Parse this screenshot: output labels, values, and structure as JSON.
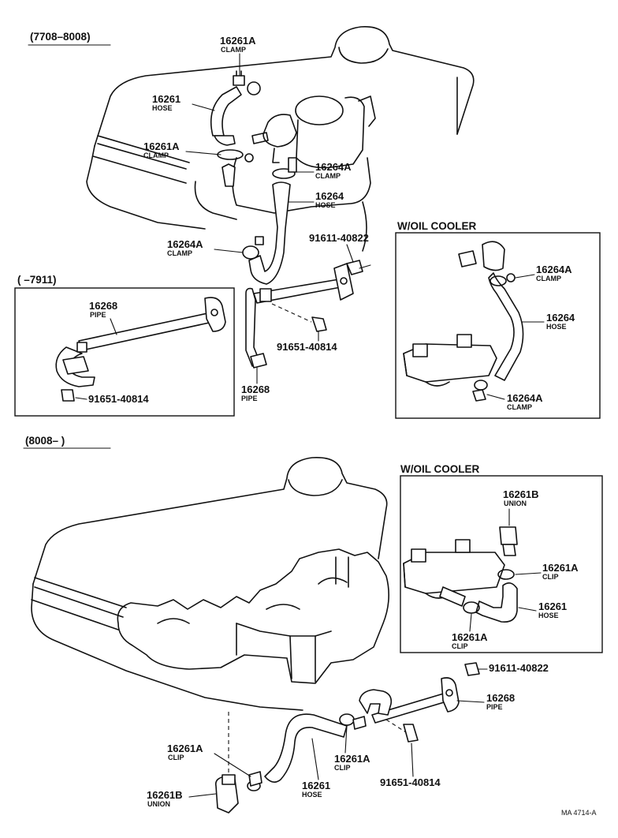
{
  "sections": {
    "upper": "(7708–8008)",
    "lower": "(8008–        )",
    "inset_left": "(        –7911)"
  },
  "insets": {
    "oil_cooler_top": "W/OIL COOLER",
    "oil_cooler_bottom": "W/OIL COOLER"
  },
  "parts": {
    "u_16261a_top": {
      "num": "16261A",
      "name": "CLAMP"
    },
    "u_16261": {
      "num": "16261",
      "name": "HOSE"
    },
    "u_16261a_mid": {
      "num": "16261A",
      "name": "CLAMP"
    },
    "u_16264a_right": {
      "num": "16264A",
      "name": "CLAMP"
    },
    "u_16264": {
      "num": "16264",
      "name": "HOSE"
    },
    "u_16264a_left": {
      "num": "16264A",
      "name": "CLAMP"
    },
    "u_91611": {
      "num": "91611-40822"
    },
    "u_91651": {
      "num": "91651-40814"
    },
    "u_16268": {
      "num": "16268",
      "name": "PIPE"
    },
    "il_16268": {
      "num": "16268",
      "name": "PIPE"
    },
    "il_91651": {
      "num": "91651-40814"
    },
    "oc1_16264a_top": {
      "num": "16264A",
      "name": "CLAMP"
    },
    "oc1_16264": {
      "num": "16264",
      "name": "HOSE"
    },
    "oc1_16264a_bot": {
      "num": "16264A",
      "name": "CLAMP"
    },
    "oc2_16261b": {
      "num": "16261B",
      "name": "UNION"
    },
    "oc2_16261a_right": {
      "num": "16261A",
      "name": "CLIP"
    },
    "oc2_16261": {
      "num": "16261",
      "name": "HOSE"
    },
    "oc2_16261a_bot": {
      "num": "16261A",
      "name": "CLIP"
    },
    "l_91611": {
      "num": "91611-40822"
    },
    "l_16268": {
      "num": "16268",
      "name": "PIPE"
    },
    "l_16261a_left": {
      "num": "16261A",
      "name": "CLIP"
    },
    "l_16261a_mid": {
      "num": "16261A",
      "name": "CLIP"
    },
    "l_16261b": {
      "num": "16261B",
      "name": "UNION"
    },
    "l_16261": {
      "num": "16261",
      "name": "HOSE"
    },
    "l_91651": {
      "num": "91651-40814"
    }
  },
  "reference": "MA 4714-A"
}
